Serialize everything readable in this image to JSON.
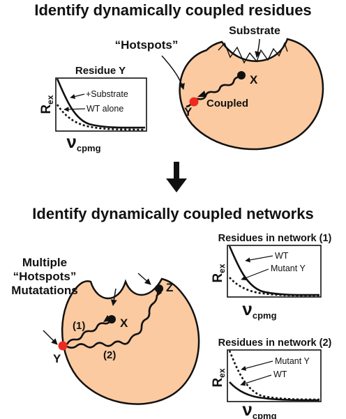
{
  "colors": {
    "blob": "#fbcaa0",
    "hotspot": "#ee2a22",
    "ink": "#111111",
    "label_y": "#ee2a22"
  },
  "top": {
    "title": "Identify dynamically coupled residues",
    "plot": {
      "title": "Residue Y",
      "ylabel_main": "R",
      "ylabel_sub": "ex",
      "xlabel_main": "ν",
      "xlabel_sub": "cpmg",
      "legend": [
        "+Substrate",
        "WT alone"
      ]
    },
    "hotspots_label": "“Hotspots”",
    "substrate_label": "Substrate",
    "x_label": "X",
    "y_label": "Y",
    "coupled_label": "Coupled"
  },
  "arrow": {
    "icon": "down-arrow-icon"
  },
  "bottom": {
    "title": "Identify dynamically coupled networks",
    "multiple_label": [
      "Multiple",
      "“Hotspots”",
      "Mutatations"
    ],
    "x_label": "X",
    "y_label": "Y",
    "z_label": "Z",
    "path1_label": "(1)",
    "path2_label": "(2)",
    "plot1": {
      "title": "Residues in network (1)",
      "ylabel_main": "R",
      "ylabel_sub": "ex",
      "xlabel_main": "ν",
      "xlabel_sub": "cpmg",
      "legend": [
        "WT",
        "Mutant Y"
      ]
    },
    "plot2": {
      "title": "Residues in network (2)",
      "ylabel_main": "R",
      "ylabel_sub": "ex",
      "xlabel_main": "ν",
      "xlabel_sub": "cpmg",
      "legend": [
        "Mutant Y",
        "WT"
      ]
    }
  }
}
